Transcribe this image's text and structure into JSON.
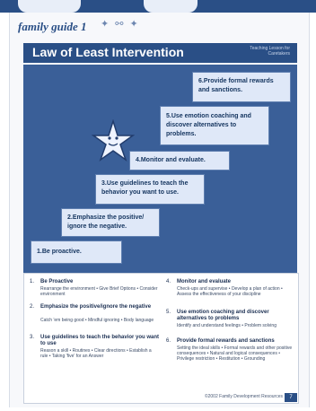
{
  "header": {
    "series": "family guide 1",
    "icons": "✦ ⚯ ✦"
  },
  "title": "Law of Least Intervention",
  "title_label": "Teaching Lesson for Caretakers",
  "steps": [
    {
      "label": "1.Be proactive."
    },
    {
      "label": "2.Emphasize the positive/ ignore the negative."
    },
    {
      "label": "3.Use guidelines to teach the behavior you want to use."
    },
    {
      "label": "4.Monitor and evaluate."
    },
    {
      "label": "5.Use emotion coaching and discover alternatives to problems."
    },
    {
      "label": "6.Provide formal rewards and sanctions."
    }
  ],
  "details": [
    {
      "num": "1.",
      "head": "Be Proactive",
      "body": "Rearrange the environment • Give Brief Options • Consider environment"
    },
    {
      "num": "2.",
      "head": "Emphasize the positive/ignore the negative",
      "body": "Catch 'em being good • Mindful ignoring • Body language"
    },
    {
      "num": "3.",
      "head": "Use guidelines to teach the behavior you want to use",
      "body": "Reason a skill • Routines • Clear directions • Establish a rule • Taking 'five' for an Answer"
    },
    {
      "num": "4.",
      "head": "Monitor and evaluate",
      "body": "Check-ups and supervise • Develop a plan of action • Assess the effectiveness of your discipline"
    },
    {
      "num": "5.",
      "head": "Use emotion coaching and discover alternatives to problems",
      "body": "Identify and understand feelings • Problem solving"
    },
    {
      "num": "6.",
      "head": "Provide formal rewards and sanctions",
      "body": "Setting the ideal skills • Formal rewards and other positive consequences • Natural and logical consequences • Privilege restriction • Restitution • Grounding"
    }
  ],
  "footer": {
    "text": "©2002 Family Development Resources",
    "page": "7"
  },
  "colors": {
    "brand_blue": "#2a4f86",
    "step_fill": "#dfe8f8"
  }
}
